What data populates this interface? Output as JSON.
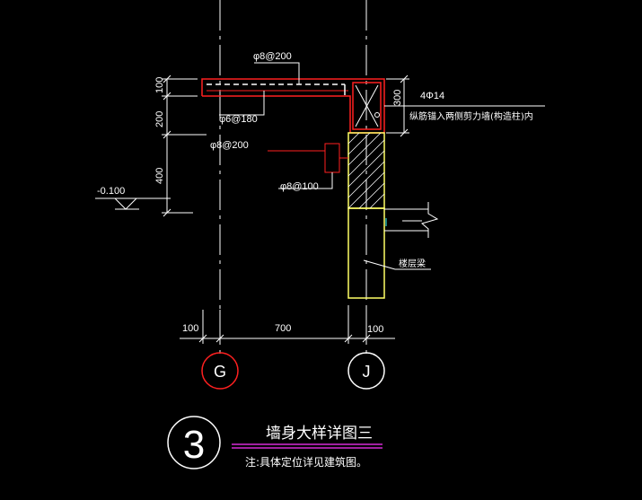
{
  "labels": {
    "top_rebar": "φ8@200",
    "mid_rebar": "φ6@180",
    "left_rebar": "φ8@200",
    "stirrup": "φ8@100",
    "corner_bars": "4Φ14",
    "anchor_note": "纵筋锚入两侧剪力墙(构造柱)内",
    "beam_label": "楼层梁",
    "elevation": "-0.100"
  },
  "dimensions": {
    "v1": "100",
    "v2": "200",
    "v3": "400",
    "v_right": "300",
    "h_left": "100",
    "h_mid": "700",
    "h_right": "100"
  },
  "axes": {
    "left": "G",
    "right": "J"
  },
  "title_block": {
    "number": "3",
    "title": "墙身大样详图三",
    "note": "注:具体定位详见建筑图。"
  },
  "colors": {
    "background": "#000000",
    "line_white": "#ffffff",
    "rebar_red": "#ff2020",
    "wall_yellow": "#ffff66",
    "beam_cyan": "#33ffff",
    "title_magenta": "#ff33ff"
  }
}
